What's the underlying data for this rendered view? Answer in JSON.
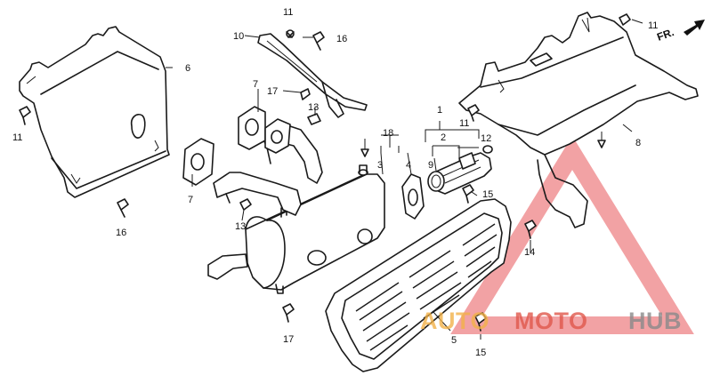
{
  "callouts": [
    {
      "id": "c11a",
      "text": "11"
    },
    {
      "id": "c10",
      "text": "10"
    },
    {
      "id": "c16a",
      "text": "16"
    },
    {
      "id": "c6",
      "text": "6"
    },
    {
      "id": "c11b",
      "text": "11"
    },
    {
      "id": "c16b",
      "text": "16"
    },
    {
      "id": "c7a",
      "text": "7"
    },
    {
      "id": "c17a",
      "text": "17"
    },
    {
      "id": "c13a",
      "text": "13"
    },
    {
      "id": "c7b",
      "text": "7"
    },
    {
      "id": "c13b",
      "text": "13"
    },
    {
      "id": "c18",
      "text": "18"
    },
    {
      "id": "c3",
      "text": "3"
    },
    {
      "id": "c4",
      "text": "4"
    },
    {
      "id": "c1",
      "text": "1"
    },
    {
      "id": "c11c",
      "text": "11"
    },
    {
      "id": "c2",
      "text": "2"
    },
    {
      "id": "c12",
      "text": "12"
    },
    {
      "id": "c9",
      "text": "9"
    },
    {
      "id": "c15a",
      "text": "15"
    },
    {
      "id": "c8",
      "text": "8"
    },
    {
      "id": "c11d",
      "text": "11"
    },
    {
      "id": "c14",
      "text": "14"
    },
    {
      "id": "c17b",
      "text": "17"
    },
    {
      "id": "c5",
      "text": "5"
    },
    {
      "id": "c15b",
      "text": "15"
    }
  ],
  "front_indicator": "FR.",
  "watermark": {
    "part1": "AUTO",
    "part2": "MOTO",
    "part3": "HUB",
    "colors": {
      "auto": "#f2b24a",
      "moto": "#e0584c",
      "hub": "#8a8a8a",
      "triangle": "#e8555a"
    }
  }
}
